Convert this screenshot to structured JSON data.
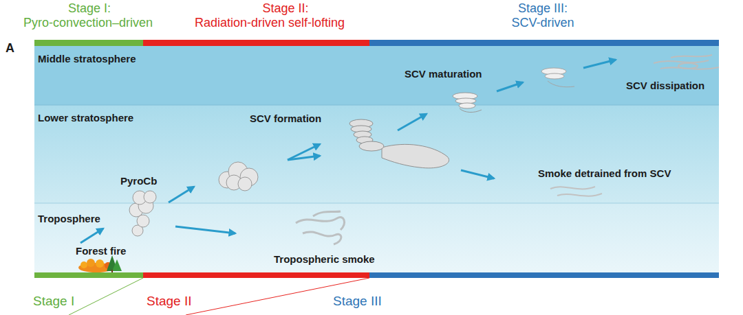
{
  "diagram": {
    "nodes": [
      {
        "text": [
          "Middle stratosphere"
        ]
      },
      {
        "text": [
          "Lower stratosphere"
        ]
      },
      {
        "text": [
          "Troposphere"
        ]
      }
    ],
    "labels": [
      "A",
      "Stage I:",
      "Pyro-convection–driven",
      "Stage II:",
      "Radiation-driven self-lofting",
      "Stage III:",
      "SCV-driven",
      "Forest fire",
      "PyroCb",
      "Tropospheric smoke",
      "SCV formation",
      "SCV maturation",
      "SCV dissipation",
      "Smoke detrained from SCV",
      "Stage I",
      "Stage II",
      "Stage III"
    ]
  }
}
